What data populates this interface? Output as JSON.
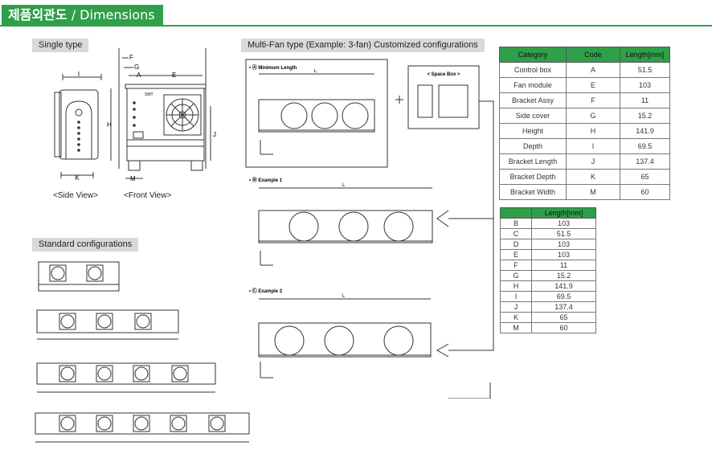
{
  "header": {
    "title_kr": "제품외관도",
    "title_sep": " / ",
    "title_en": "Dimensions"
  },
  "sections": {
    "single_type": "Single type",
    "multi_fan": "Multi-Fan type (Example: 3-fan) Customized configurations",
    "standard": "Standard configurations"
  },
  "captions": {
    "side_view": "<Side View>",
    "front_view": "<Front View>"
  },
  "examples": {
    "a": "• Ⓐ  Minimum Length",
    "b": "• Ⓑ  Example 1",
    "c": "• Ⓒ  Example 2",
    "space_box": "< Space Box >"
  },
  "brand": "SMT",
  "dim_letters": {
    "A": "A",
    "B": "B",
    "C": "C",
    "D": "D",
    "E": "E",
    "F": "F",
    "G": "G",
    "H": "H",
    "I": "I",
    "J": "J",
    "K": "K",
    "L": "L",
    "M": "M"
  },
  "table1": {
    "headers": [
      "Category",
      "Code",
      "Length[mm]"
    ],
    "rows": [
      [
        "Control box",
        "A",
        "51.5"
      ],
      [
        "Fan module",
        "E",
        "103"
      ],
      [
        "Bracket Assy",
        "F",
        "11"
      ],
      [
        "Side cover",
        "G",
        "15.2"
      ],
      [
        "Height",
        "H",
        "141.9"
      ],
      [
        "Depth",
        "I",
        "69.5"
      ],
      [
        "Bracket Length",
        "J",
        "137.4"
      ],
      [
        "Bracket Depth",
        "K",
        "65"
      ],
      [
        "Bracket Width",
        "M",
        "60"
      ]
    ]
  },
  "table2": {
    "header": "Length[mm]",
    "rows": [
      [
        "B",
        "103"
      ],
      [
        "C",
        "51.5"
      ],
      [
        "D",
        "103"
      ],
      [
        "E",
        "103"
      ],
      [
        "F",
        "11"
      ],
      [
        "G",
        "15.2"
      ],
      [
        "H",
        "141.9"
      ],
      [
        "I",
        "69.5"
      ],
      [
        "J",
        "137.4"
      ],
      [
        "K",
        "65"
      ],
      [
        "M",
        "60"
      ]
    ]
  },
  "colors": {
    "accent": "#2f9f4a",
    "label_bg": "#d9d9d9",
    "line": "#333333"
  }
}
